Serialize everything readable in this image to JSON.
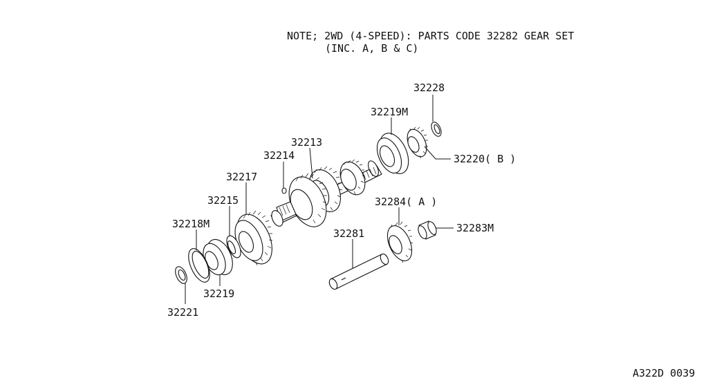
{
  "note": {
    "line1": "NOTE; 2WD (4-SPEED): PARTS CODE 32282   GEAR SET",
    "line2": "(INC. A, B & C)"
  },
  "parts": {
    "p32228": "32228",
    "p32219M": "32219M",
    "p32220": "32220( B )",
    "p32213": "32213",
    "p32214": "32214",
    "p32217": "32217",
    "p32215": "32215",
    "p32218M": "32218M",
    "p32284": "32284( A )",
    "p32283M": "32283M",
    "p32281": "32281",
    "p32219": "32219",
    "p32221": "32221"
  },
  "figure_code": "A322D 0039"
}
